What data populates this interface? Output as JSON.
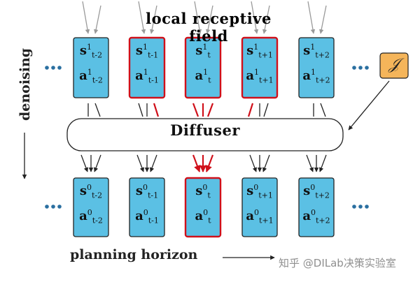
{
  "title": "local receptive field",
  "side_label": "denoising",
  "bottom_label": "planning horizon",
  "diffuser_label": "Diffuser",
  "guide_label": "𝒥",
  "watermark": "知乎 @DILab决策实验室",
  "top_row": [
    {
      "s": "s",
      "a": "a",
      "sup": "1",
      "sub": "t-2"
    },
    {
      "s": "s",
      "a": "a",
      "sup": "1",
      "sub": "t-1"
    },
    {
      "s": "s",
      "a": "a",
      "sup": "1",
      "sub": "t"
    },
    {
      "s": "s",
      "a": "a",
      "sup": "1",
      "sub": "t+1"
    },
    {
      "s": "s",
      "a": "a",
      "sup": "1",
      "sub": "t+2"
    }
  ],
  "bottom_row": [
    {
      "s": "s",
      "a": "a",
      "sup": "0",
      "sub": "t-2"
    },
    {
      "s": "s",
      "a": "a",
      "sup": "0",
      "sub": "t-1"
    },
    {
      "s": "s",
      "a": "a",
      "sup": "0",
      "sub": "t"
    },
    {
      "s": "s",
      "a": "a",
      "sup": "0",
      "sub": "t+1"
    },
    {
      "s": "s",
      "a": "a",
      "sup": "0",
      "sub": "t+2"
    }
  ],
  "colors": {
    "box_fill": "#5bc0e4",
    "box_border": "#222222",
    "highlight": "#d0101a",
    "guide_fill": "#f5b55a",
    "ellipsis_dots": "#2a6fa0",
    "arrow": "#222222",
    "incoming_arrow": "#9a9a9a"
  }
}
